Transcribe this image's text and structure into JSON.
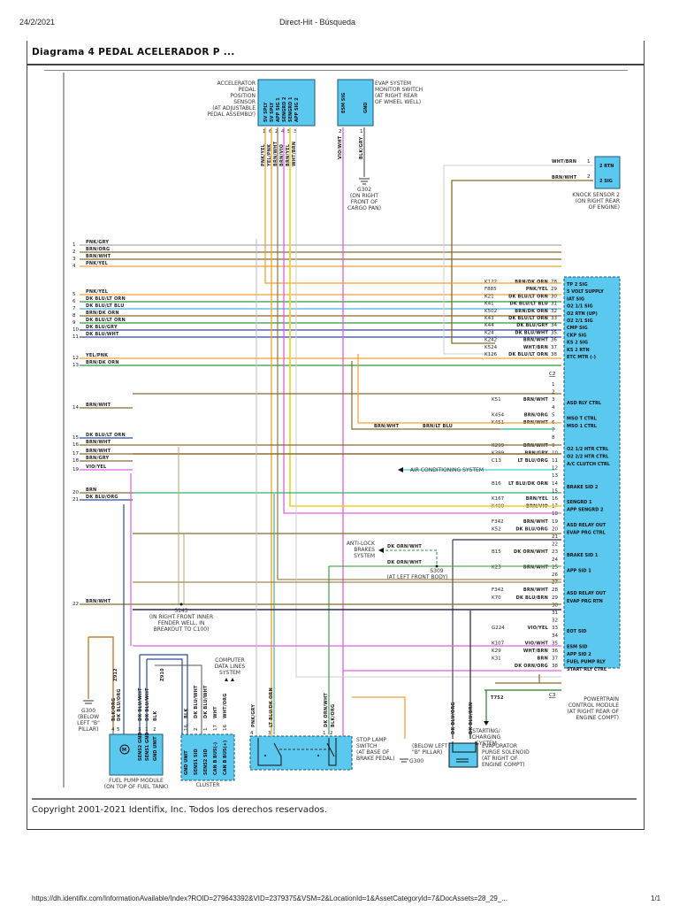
{
  "browser_header": {
    "date": "24/2/2021",
    "page_title": "Direct-Hit - Búsqueda"
  },
  "diagram_title": "Diagrama 4 PEDAL ACELERADOR P ...",
  "copyright": "Copyright 2001-2021 Identifix, Inc. Todos los derechos reservados.",
  "footer": {
    "url": "https://dh.identifix.com/InformationAvailable/Index?ROID=279643392&VID=2379375&VSM=2&LocationId=1&AssetCategoryId=7&DocAssets=28_29_...",
    "page": "1/1"
  },
  "colors": {
    "module_fill": "#5bc8ef",
    "module_border": "#1a5a7a",
    "brn": "#8b6b2a",
    "pnk": "#e8a0b8",
    "yel": "#f0d020",
    "org": "#f0a030",
    "dkblu": "#2a4a9a",
    "grn": "#2a9a3a",
    "ltgrn": "#30b070",
    "vio": "#e060e0",
    "gry": "#aaaaaa",
    "wht": "#cccccc",
    "ltblu": "#40b0e0",
    "dkgrn": "#2a7a2a"
  },
  "components": {
    "app_sensor": {
      "name_lines": [
        "ACCELERATOR",
        "PEDAL",
        "POSITION",
        "SENSOR",
        "(AT ADJUSTABLE",
        "PEDAL ASSEMBLY)"
      ],
      "pins": [
        {
          "pin": "1",
          "func": "5V SPLY",
          "wire": "PNK/YEL"
        },
        {
          "pin": "6",
          "func": "5V SPLY",
          "wire": "YEL/PNK"
        },
        {
          "pin": "2",
          "func": "APP SIG 1",
          "wire": "BRN/WHT"
        },
        {
          "pin": "4",
          "func": "SENGRD 2",
          "wire": "BRN/VIO"
        },
        {
          "pin": "5",
          "func": "SENGRD 1",
          "wire": "BRN/YEL"
        },
        {
          "pin": "3",
          "func": "APP SIG 2",
          "wire": "WHT/BRN"
        }
      ]
    },
    "evap_monitor": {
      "name_lines": [
        "EVAP SYSTEM",
        "MONITOR SWITCH",
        "(AT RIGHT REAR",
        "OF WHEEL WELL)"
      ],
      "pins": [
        {
          "pin": "2",
          "func": "ESM SIG",
          "wire": "VIO/WHT"
        },
        {
          "pin": "1",
          "func": "GND",
          "wire": "BLK/GRY"
        }
      ],
      "ground": {
        "id": "G302",
        "location_lines": [
          "(ON RIGHT",
          "FRONT OF",
          "CARGO PAN)"
        ]
      }
    },
    "knock_sensor": {
      "name_lines": [
        "KNOCK SENSOR 2",
        "(ON RIGHT REAR",
        "OF ENGINE)"
      ],
      "pins": [
        {
          "pin": "1",
          "func": "2 RTN",
          "wire": "WHT/BRN"
        },
        {
          "pin": "2",
          "func": "2 SIG",
          "wire": "BRN/WHT"
        }
      ]
    },
    "pcm": {
      "name_lines": [
        "POWERTRAIN",
        "CONTROL MODULE",
        "(AT RIGHT REAR OF",
        "ENGINE COMPT)"
      ],
      "connector_c2_label": "C2",
      "connector_c3_label": "C3",
      "c2_pins": [
        {
          "pin": "28",
          "circuit": "K122",
          "wire": "BRN/DK ORN",
          "func": "TP 2 SIG"
        },
        {
          "pin": "29",
          "circuit": "F885",
          "wire": "PNK/YEL",
          "func": "5 VOLT SUPPLY"
        },
        {
          "pin": "30",
          "circuit": "K21",
          "wire": "DK BLU/LT ORN",
          "func": "IAT SIG"
        },
        {
          "pin": "31",
          "circuit": "K41",
          "wire": "DK BLU/LT BLU",
          "func": "O2 1/1 SIG"
        },
        {
          "pin": "32",
          "circuit": "K502",
          "wire": "BRN/DK ORN",
          "func": "O2 RTN (UP)"
        },
        {
          "pin": "33",
          "circuit": "K43",
          "wire": "DK BLU/LT ORN",
          "func": "O2 2/1 SIG"
        },
        {
          "pin": "34",
          "circuit": "K44",
          "wire": "DK BLU/GRY",
          "func": "CMP SIG"
        },
        {
          "pin": "35",
          "circuit": "K24",
          "wire": "DK BLU/WHT",
          "func": "CKP SIG"
        },
        {
          "pin": "36",
          "circuit": "K242",
          "wire": "BRN/WHT",
          "func": "KS 2 SIG"
        },
        {
          "pin": "37",
          "circuit": "K524",
          "wire": "WHT/BRN",
          "func": "KS 2 RTN"
        },
        {
          "pin": "38",
          "circuit": "K126",
          "wire": "DK BLU/LT ORN",
          "func": "ETC MTR (-)"
        }
      ],
      "c3_pins": [
        {
          "pin": "1",
          "circuit": "",
          "wire": "",
          "func": ""
        },
        {
          "pin": "2",
          "circuit": "",
          "wire": "",
          "func": ""
        },
        {
          "pin": "3",
          "circuit": "K51",
          "wire": "BRN/WHT",
          "func": "ASD RLY CTRL"
        },
        {
          "pin": "4",
          "circuit": "",
          "wire": "",
          "func": ""
        },
        {
          "pin": "5",
          "circuit": "K454",
          "wire": "BRN/ORG",
          "func": "MSO T CTRL"
        },
        {
          "pin": "6",
          "circuit": "K451",
          "wire": "BRN/WHT",
          "func": "MSO 1 CTRL"
        },
        {
          "pin": "7",
          "circuit": "",
          "wire": "",
          "func": ""
        },
        {
          "pin": "8",
          "circuit": "",
          "wire": "",
          "func": ""
        },
        {
          "pin": "9",
          "circuit": "K299",
          "wire": "BRN/WHT",
          "func": "O2 1/2 HTR CTRL"
        },
        {
          "pin": "10",
          "circuit": "K399",
          "wire": "BRN/GRY",
          "func": "O2 2/2 HTR CTRL"
        },
        {
          "pin": "11",
          "circuit": "C13",
          "wire": "LT BLU/ORG",
          "func": "A/C CLUTCH CTRL"
        },
        {
          "pin": "12",
          "circuit": "",
          "wire": "",
          "func": ""
        },
        {
          "pin": "13",
          "circuit": "",
          "wire": "",
          "func": ""
        },
        {
          "pin": "14",
          "circuit": "B16",
          "wire": "LT BLU/DK ORN",
          "func": "BRAKE SID 2"
        },
        {
          "pin": "15",
          "circuit": "",
          "wire": "",
          "func": ""
        },
        {
          "pin": "16",
          "circuit": "K167",
          "wire": "BRN/YEL",
          "func": "SENGRD 1"
        },
        {
          "pin": "17",
          "circuit": "K400",
          "wire": "BRN/VIO",
          "func": "APP SENGRD 2"
        },
        {
          "pin": "18",
          "circuit": "",
          "wire": "",
          "func": ""
        },
        {
          "pin": "19",
          "circuit": "F342",
          "wire": "BRN/WHT",
          "func": "ASD RELAY OUT"
        },
        {
          "pin": "20",
          "circuit": "K52",
          "wire": "DK BLU/ORG",
          "func": "EVAP PRG CTRL"
        },
        {
          "pin": "21",
          "circuit": "",
          "wire": "",
          "func": ""
        },
        {
          "pin": "22",
          "circuit": "",
          "wire": "",
          "func": ""
        },
        {
          "pin": "23",
          "circuit": "B15",
          "wire": "DK ORN/WHT",
          "func": "BRAKE SID 1"
        },
        {
          "pin": "24",
          "circuit": "",
          "wire": "",
          "func": ""
        },
        {
          "pin": "25",
          "circuit": "K23",
          "wire": "BRN/WHT",
          "func": "APP SID 1"
        },
        {
          "pin": "26",
          "circuit": "",
          "wire": "",
          "func": ""
        },
        {
          "pin": "27",
          "circuit": "",
          "wire": "",
          "func": ""
        },
        {
          "pin": "28",
          "circuit": "F342",
          "wire": "BRN/WHT",
          "func": "ASD RELAY OUT"
        },
        {
          "pin": "29",
          "circuit": "K70",
          "wire": "DK BLU/BRN",
          "func": "EVAP PRG RTN"
        },
        {
          "pin": "30",
          "circuit": "",
          "wire": "",
          "func": ""
        },
        {
          "pin": "31",
          "circuit": "",
          "wire": "",
          "func": ""
        },
        {
          "pin": "32",
          "circuit": "",
          "wire": "",
          "func": ""
        },
        {
          "pin": "33",
          "circuit": "G224",
          "wire": "VIO/YEL",
          "func": "EOT SID"
        },
        {
          "pin": "34",
          "circuit": "",
          "wire": "",
          "func": ""
        },
        {
          "pin": "35",
          "circuit": "K107",
          "wire": "VIO/WHT",
          "func": "ESM SID"
        },
        {
          "pin": "36",
          "circuit": "K29",
          "wire": "WHT/BRN",
          "func": "APP SID 2"
        },
        {
          "pin": "37",
          "circuit": "K31",
          "wire": "BRN",
          "func": "FUEL PUMP RLY"
        },
        {
          "pin": "38",
          "circuit": "",
          "wire": "DK ORN/ORG",
          "func": "START RLY CTRL"
        }
      ]
    },
    "fuel_pump": {
      "name_lines": [
        "FUEL PUMP MODULE",
        "(ON TOP OF FUEL TANK)"
      ],
      "funcs": [
        "SENS2 GND",
        "SENS1 GND",
        "GND UNIT"
      ],
      "pins": [
        {
          "pin": "4",
          "wire": "BLK/ORG"
        },
        {
          "pin": "5",
          "wire": "DK BLU/ORG"
        },
        {
          "pin": "3",
          "wire": "DK BLU/WHT"
        },
        {
          "pin": "1",
          "wire": "DK BLU/WHT"
        },
        {
          "pin": "2",
          "wire": "BLK"
        }
      ],
      "circuit_labels": [
        "Z912",
        "Z910"
      ],
      "ground": {
        "id": "G300",
        "location_lines": [
          "(BELOW",
          "LEFT \"B\"",
          "PILLAR)"
        ]
      }
    },
    "cluster": {
      "name": "CLUSTER",
      "funcs": [
        "GND UNIT",
        "SENS1 SID",
        "SENS2 SID",
        "CAN B BUS(-)",
        "CAN B BUS(+)"
      ],
      "pins": [
        {
          "pin": "16",
          "wire": "BLK"
        },
        {
          "pin": "2",
          "wire": "DK BLU/WHT"
        },
        {
          "pin": "1",
          "wire": "DK BLU/WHT"
        },
        {
          "pin": "17",
          "wire": "WHT"
        },
        {
          "pin": "16",
          "wire": "WHT/ORG"
        }
      ],
      "connector_labels": [
        "C2",
        "C1"
      ],
      "data_lines_label": [
        "COMPUTER",
        "DATA LINES",
        "SYSTEM"
      ]
    },
    "stop_lamp": {
      "name_lines": [
        "STOP LAMP",
        "SWITCH",
        "(AT BASE OF",
        "BRAKE PEDAL)"
      ],
      "pins": [
        {
          "pin": "4",
          "wire": "PNK/GRY"
        },
        {
          "pin": "3",
          "wire": "LT BLU/DK ORN"
        },
        {
          "pin": "1",
          "wire": "DK ORN/WHT"
        },
        {
          "pin": "2",
          "wire": "BLK/ORG"
        }
      ],
      "ground": {
        "id": "G300",
        "location_lines": [
          "(BELOW LEFT",
          "\"B\" PILLAR)"
        ]
      }
    },
    "evap_solenoid": {
      "name_lines": [
        "EVAPORATOR",
        "PURGE SOLENOID",
        "(AT RIGHT OF",
        "ENGINE COMPT)"
      ],
      "pins": [
        {
          "pin": "1",
          "wire": "DK BLU/ORG"
        },
        {
          "pin": "2",
          "wire": "DK BLU/BRN"
        }
      ]
    },
    "splices": {
      "s143": {
        "id": "S143",
        "location_lines": [
          "(IN RIGHT FRONT INNER",
          "FENDER WELL, IN",
          "BREAKOUT TO C100)"
        ]
      },
      "s309": {
        "id": "S309",
        "location": "(AT LEFT FRONT BODY)"
      }
    },
    "references": {
      "abs": [
        "ANTI-LOCK",
        "BRAKES",
        "SYSTEM"
      ],
      "ac": "AIR CONDITIONING SYSTEM",
      "starting": [
        "STARTING/",
        "CHARGING",
        "SYSTEM"
      ],
      "t752": "T752",
      "brn_wht_jumper": "BRN/WHT",
      "brn_ltblu_jumper": "BRN/LT BLU",
      "dk_orn_wht_1": "DK ORN/WHT",
      "dk_orn_wht_2": "DK ORN/WHT"
    }
  },
  "left_wires": [
    {
      "num": "1",
      "wire": "PNK/GRY",
      "color": "#aaaaaa"
    },
    {
      "num": "2",
      "wire": "BRN/ORG",
      "color": "#8b6b2a"
    },
    {
      "num": "3",
      "wire": "BRN/WHT",
      "color": "#8b6b2a"
    },
    {
      "num": "4",
      "wire": "PNK/YEL",
      "color": "#f0a030"
    },
    {
      "num": "5",
      "wire": "PNK/YEL",
      "color": "#f0a030"
    },
    {
      "num": "6",
      "wire": "DK BLU/LT ORN",
      "color": "#2a9a3a"
    },
    {
      "num": "7",
      "wire": "DK BLU/LT BLU",
      "color": "#40b0e0"
    },
    {
      "num": "8",
      "wire": "BRN/DK ORN",
      "color": "#8b6b2a"
    },
    {
      "num": "9",
      "wire": "DK BLU/LT ORN",
      "color": "#2a9a3a"
    },
    {
      "num": "10",
      "wire": "DK BLU/GRY",
      "color": "#2a4a9a"
    },
    {
      "num": "11",
      "wire": "DK BLU/WHT",
      "color": "#2a4a9a"
    },
    {
      "num": "12",
      "wire": "YEL/PNK",
      "color": "#f0a030"
    },
    {
      "num": "13",
      "wire": "BRN/DK ORN",
      "color": "#2a9a3a"
    },
    {
      "num": "14",
      "wire": "BRN/WHT",
      "color": "#8b6b2a"
    },
    {
      "num": "15",
      "wire": "DK BLU/LT ORN",
      "color": "#2a4a9a"
    },
    {
      "num": "16",
      "wire": "BRN/WHT",
      "color": "#8b6b2a"
    },
    {
      "num": "17",
      "wire": "BRN/WHT",
      "color": "#8b6b2a"
    },
    {
      "num": "18",
      "wire": "BRN/GRY",
      "color": "#8b6b2a"
    },
    {
      "num": "19",
      "wire": "VIO/YEL",
      "color": "#e060e0"
    },
    {
      "num": "20",
      "wire": "BRN",
      "color": "#8b6b2a"
    },
    {
      "num": "21",
      "wire": "DK BLU/ORG",
      "color": "#2a4a9a"
    },
    {
      "num": "22",
      "wire": "BRN/WHT",
      "color": "#8b6b2a"
    }
  ]
}
